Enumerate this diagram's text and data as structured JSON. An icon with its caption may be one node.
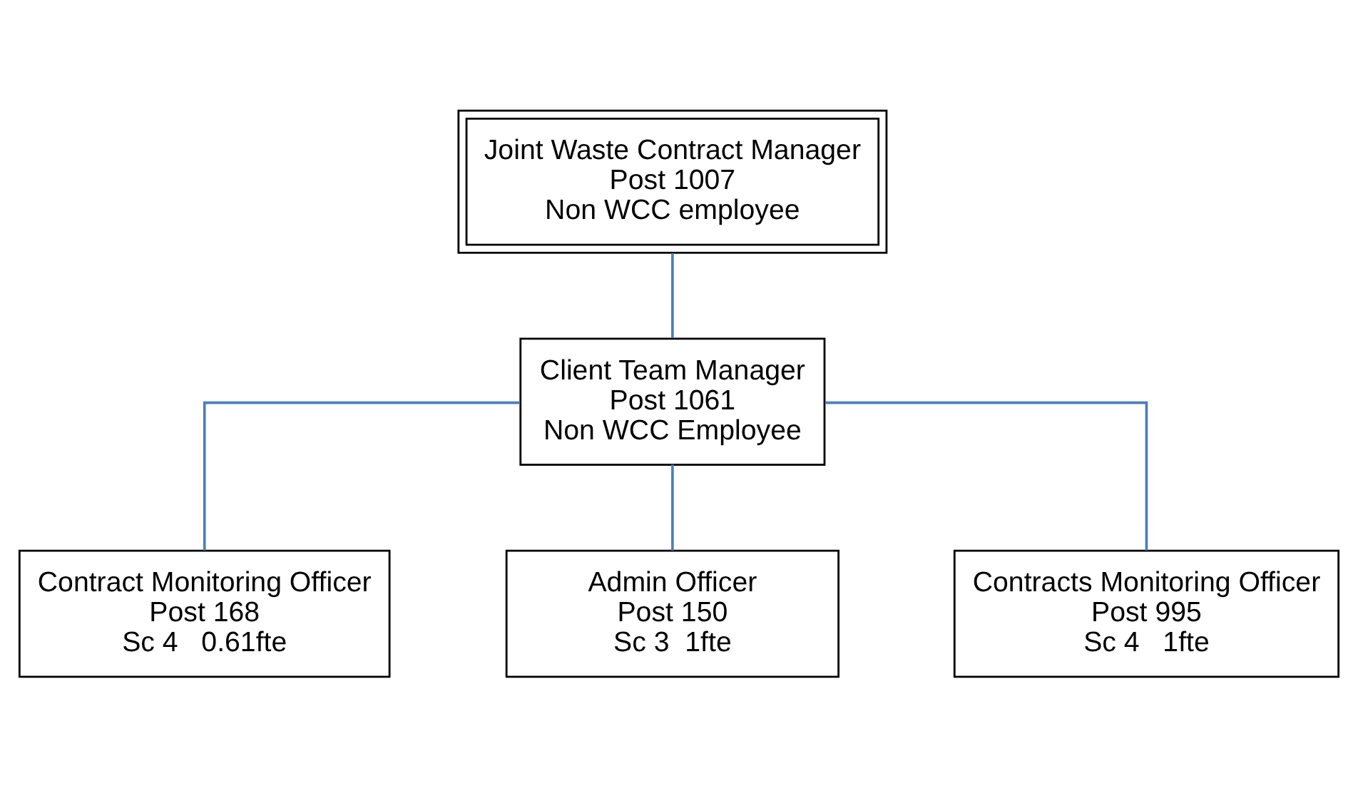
{
  "diagram": {
    "nodes": [
      {
        "text": [
          "Joint Waste Contract Manager",
          "Post 1007",
          "Non WCC employee"
        ]
      },
      {
        "text": [
          "Client Team Manager",
          "Post 1061",
          "Non WCC Employee"
        ]
      },
      {
        "text": [
          "Contract Monitoring Officer",
          "Post 168",
          "Sc 4   0.61fte"
        ]
      },
      {
        "text": [
          "Admin Officer",
          "Post 150",
          "Sc 3  1fte"
        ]
      },
      {
        "text": [
          "Contracts Monitoring Officer",
          "Post 995",
          "Sc 4   1fte"
        ]
      }
    ],
    "edges": [
      {
        "from": 0,
        "to": 1,
        "arrow": "none"
      },
      {
        "from": 1,
        "to": 2,
        "arrow": "none"
      },
      {
        "from": 1,
        "to": 3,
        "arrow": "none"
      },
      {
        "from": 1,
        "to": 4,
        "arrow": "none"
      }
    ]
  }
}
